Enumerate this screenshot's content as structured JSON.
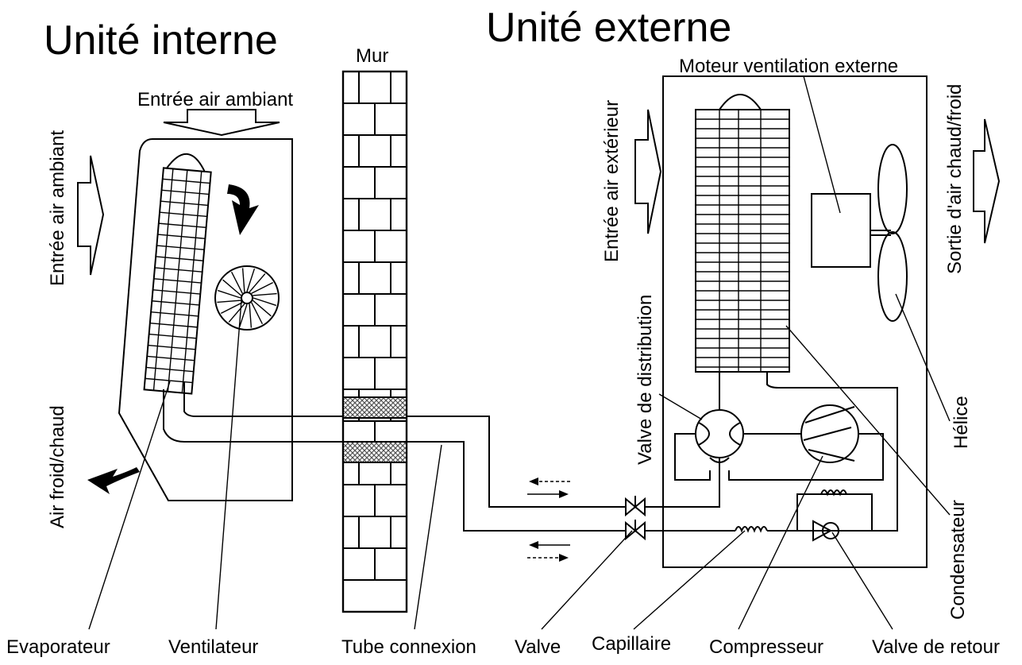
{
  "titles": {
    "indoor": "Unité interne",
    "outdoor": "Unité externe"
  },
  "wall_label": "Mur",
  "labels": {
    "indoor_top_air_in": "Entrée air ambiant",
    "indoor_left_air_in": "Entrée air ambiant",
    "indoor_air_out": "Air froid/chaud",
    "outdoor_air_in": "Entrée air extérieur",
    "outdoor_air_out": "Sortie d'air chaud/froid",
    "outdoor_fan_motor": "Moteur ventilation externe",
    "distribution_valve": "Valve de distribution",
    "propeller": "Hélice",
    "condenser": "Condensateur"
  },
  "bottom_labels": {
    "evaporator": "Evaporateur",
    "fan": "Ventilateur",
    "connecting_tube": "Tube connexion",
    "valve": "Valve",
    "capillary": "Capillaire",
    "compressor": "Compresseur",
    "return_valve": "Valve de retour"
  },
  "colors": {
    "ink": "#000000",
    "background": "#ffffff",
    "wall_hatch": "#555555"
  }
}
